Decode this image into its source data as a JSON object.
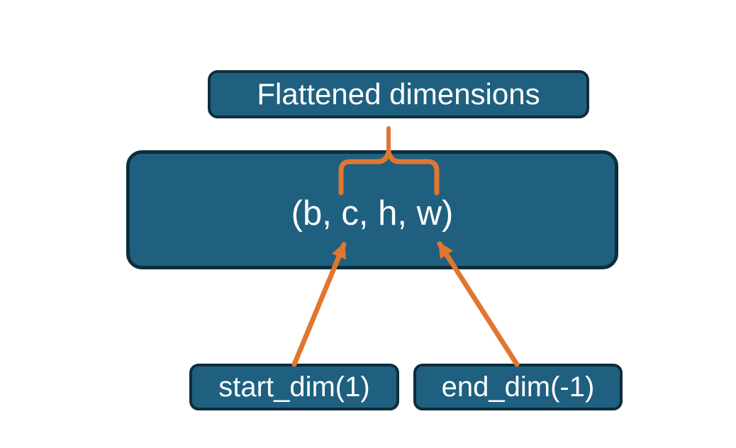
{
  "diagram": {
    "colors": {
      "canvas_background": "#ffffff",
      "box_fill": "#1f6080",
      "box_border": "#0e2d3c",
      "label_text": "#ffffff",
      "accent_orange": "#e1762e"
    },
    "title_box": {
      "label": "Flattened dimensions"
    },
    "tensor_box": {
      "label": "(b, c, h, w)"
    },
    "start_dim_box": {
      "label": "start_dim(1)"
    },
    "end_dim_box": {
      "label": "end_dim(-1)"
    },
    "connectors": [
      {
        "name": "brace-connector",
        "type": "curly-brace"
      },
      {
        "name": "arrow-start-dim",
        "type": "arrow"
      },
      {
        "name": "arrow-end-dim",
        "type": "arrow"
      }
    ]
  }
}
